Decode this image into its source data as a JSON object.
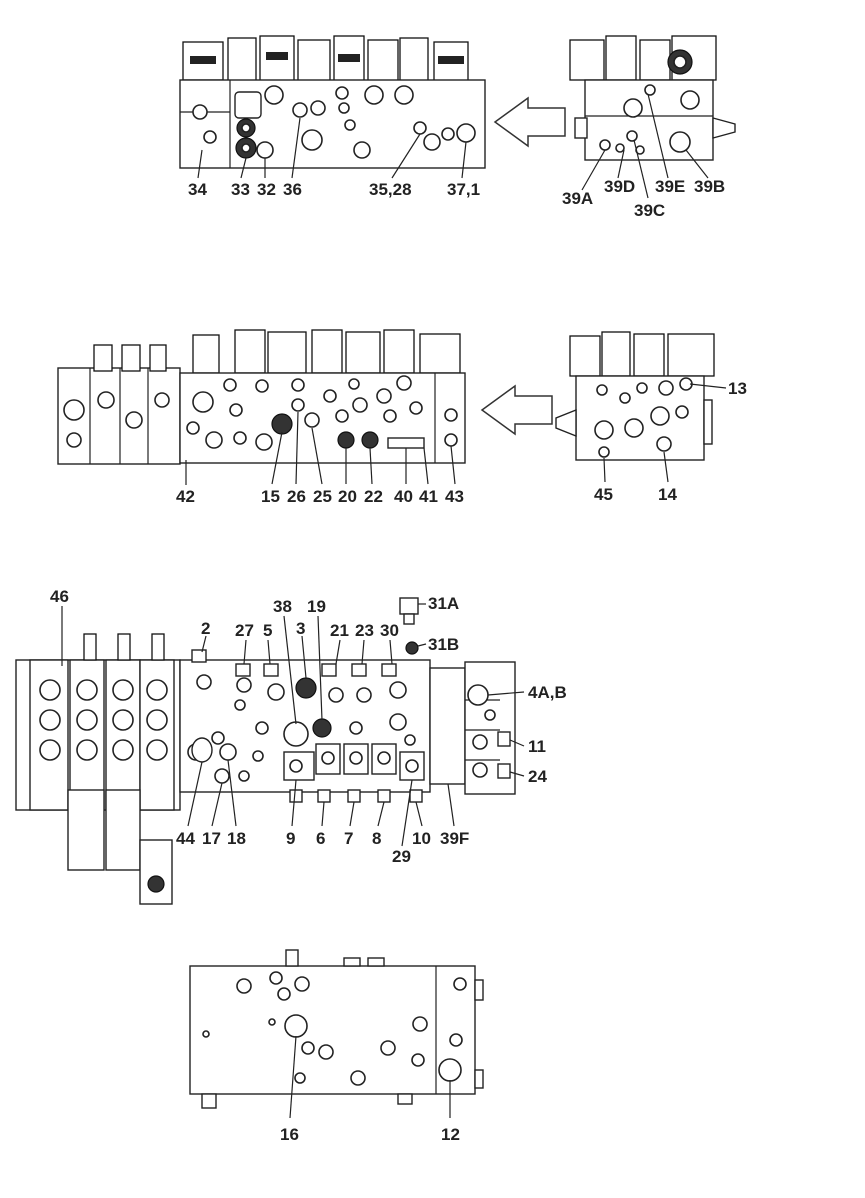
{
  "labels": {
    "l34": "34",
    "l33": "33",
    "l32": "32",
    "l36": "36",
    "l35_28": "35,28",
    "l37_1": "37,1",
    "l39A": "39A",
    "l39D": "39D",
    "l39C": "39C",
    "l39E": "39E",
    "l39B": "39B",
    "l13": "13",
    "l42": "42",
    "l15": "15",
    "l26": "26",
    "l25": "25",
    "l20": "20",
    "l22": "22",
    "l40": "40",
    "l41": "41",
    "l43": "43",
    "l45": "45",
    "l14": "14",
    "l46": "46",
    "l2": "2",
    "l27": "27",
    "l5": "5",
    "l38": "38",
    "l3": "3",
    "l19": "19",
    "l21": "21",
    "l23": "23",
    "l30": "30",
    "l31A": "31A",
    "l31B": "31B",
    "l4AB": "4A,B",
    "l11": "11",
    "l24": "24",
    "l44": "44",
    "l17": "17",
    "l18": "18",
    "l9": "9",
    "l6": "6",
    "l7": "7",
    "l8": "8",
    "l29": "29",
    "l10": "10",
    "l39F": "39F",
    "l16": "16",
    "l12": "12"
  }
}
